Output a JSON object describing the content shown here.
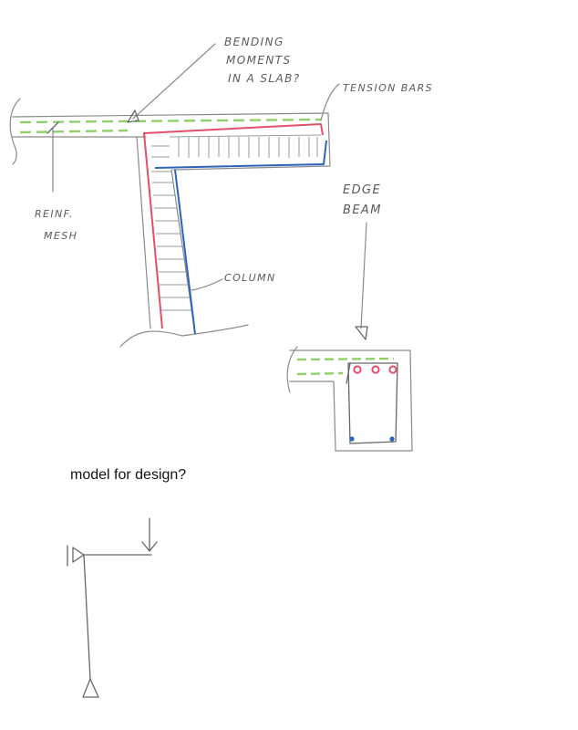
{
  "labels": {
    "bending_moments": [
      "BENDING",
      "MOMENTS",
      "IN A SLAB?"
    ],
    "tension_bars": "TENSION BARS",
    "edge_beam": [
      "EDGE",
      "BEAM"
    ],
    "reinf_mesh": [
      "REINF.",
      "MESH"
    ],
    "column": "COLUMN"
  },
  "question": "model for design?",
  "colors": {
    "pencil": "#8a8a8a",
    "tension_bar": "#e0506a",
    "compression_bar": "#2f63b8",
    "mesh": "#8fd06a",
    "text": "#111111"
  },
  "icons": [
    "pin-support-icon",
    "fixed-support-icon",
    "load-arrow-icon"
  ]
}
